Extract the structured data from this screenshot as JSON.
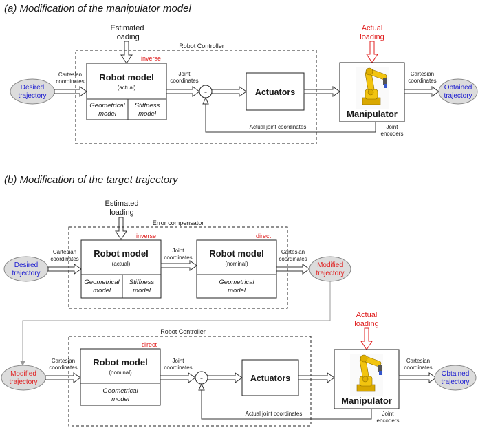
{
  "sections": {
    "a": {
      "title": "(a) Modification of the manipulator model",
      "estimated_loading": [
        "Estimated",
        "loading"
      ],
      "controller_label": "Robot Controller",
      "inverse_tag": "inverse",
      "robot_model_title": "Robot model",
      "robot_model_sub": "(actual)",
      "geometrical_model": [
        "Geometrical",
        "model"
      ],
      "stiffness_model": [
        "Stiffness",
        "model"
      ],
      "cartesian_in": [
        "Cartesian",
        "coordinates"
      ],
      "joint_coordinates": [
        "Joint",
        "coordinates"
      ],
      "minus": "-",
      "actuators": "Actuators",
      "actual_loading": [
        "Actual",
        "loading"
      ],
      "manipulator": "Manipulator",
      "cartesian_out": [
        "Cartesian",
        "coordinates"
      ],
      "desired": [
        "Desired",
        "trajectory"
      ],
      "obtained": [
        "Obtained",
        "trajectory"
      ],
      "actual_joint_coordinates": "Actual joint coordinates",
      "joint_encoders": [
        "Joint",
        "encoders"
      ]
    },
    "b": {
      "title": "(b) Modification of the target trajectory",
      "estimated_loading": [
        "Estimated",
        "loading"
      ],
      "compensator_label": "Error compensator",
      "inverse_tag": "inverse",
      "direct_tag": "direct",
      "robot_model_title": "Robot model",
      "robot_model_actual": "(actual)",
      "robot_model_nominal": "(nominal)",
      "geometrical_model": [
        "Geometrical",
        "model"
      ],
      "stiffness_model": [
        "Stiffness",
        "model"
      ],
      "cartesian_in": [
        "Cartesian",
        "coordinates"
      ],
      "joint_coordinates": [
        "Joint",
        "coordinates"
      ],
      "cartesian_out": [
        "Cartesian",
        "coordinates"
      ],
      "desired": [
        "Desired",
        "trajectory"
      ],
      "modified": [
        "Modified",
        "trajectory"
      ],
      "controller_label": "Robot Controller",
      "direct_tag2": "direct",
      "robot_model_title2": "Robot model",
      "robot_model_nominal2": "(nominal)",
      "geometrical_model2": [
        "Geometrical",
        "model"
      ],
      "cartesian_in2": [
        "Cartesian",
        "coordinates"
      ],
      "joint_coordinates2": [
        "Joint",
        "coordinates"
      ],
      "minus": "-",
      "actuators": "Actuators",
      "actual_loading": [
        "Actual",
        "loading"
      ],
      "manipulator": "Manipulator",
      "cartesian_out2": [
        "Cartesian",
        "coordinates"
      ],
      "modified_in": [
        "Modified",
        "trajectory"
      ],
      "obtained": [
        "Obtained",
        "trajectory"
      ],
      "actual_joint_coordinates": "Actual joint coordinates",
      "joint_encoders": [
        "Joint",
        "encoders"
      ]
    }
  },
  "colors": {
    "red": "#e02020",
    "blue": "#1a1ad0",
    "robot_yellow": "#f2c40f",
    "ellipse_fill": "#dcdcdc"
  },
  "icons": [
    "industrial-robot-icon"
  ]
}
